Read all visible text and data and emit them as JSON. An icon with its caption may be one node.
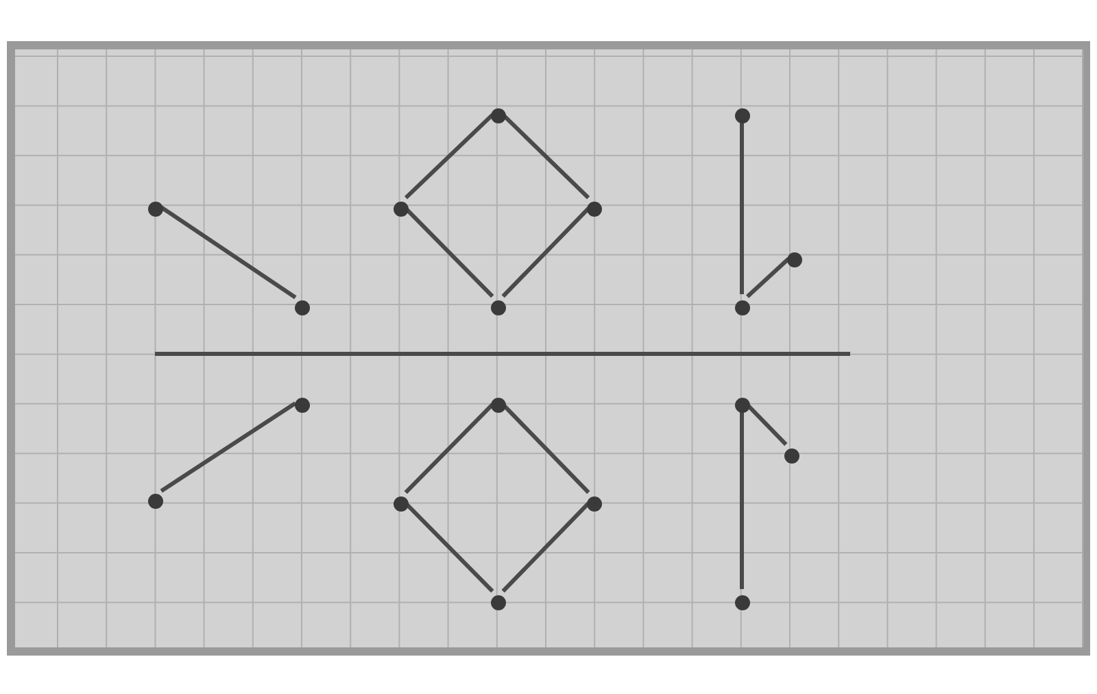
{
  "diagram": {
    "nodes": [
      {
        "text": [],
        "shape": "circle"
      },
      {
        "text": [],
        "shape": "circle"
      },
      {
        "text": [],
        "shape": "circle"
      },
      {
        "text": [],
        "shape": "circle"
      },
      {
        "text": [],
        "shape": "circle"
      },
      {
        "text": [],
        "shape": "circle"
      },
      {
        "text": [],
        "shape": "circle"
      },
      {
        "text": [],
        "shape": "circle"
      },
      {
        "text": [],
        "shape": "circle"
      },
      {
        "text": [],
        "shape": "circle"
      },
      {
        "text": [],
        "shape": "circle"
      },
      {
        "text": [],
        "shape": "circle"
      },
      {
        "text": [],
        "shape": "circle"
      },
      {
        "text": [],
        "shape": "circle"
      },
      {
        "text": [],
        "shape": "circle"
      },
      {
        "text": [],
        "shape": "circle"
      },
      {
        "text": [],
        "shape": "circle"
      },
      {
        "text": [],
        "shape": "circle"
      }
    ],
    "edges": [
      {
        "from": 2,
        "to": 6,
        "arrow": "none"
      },
      {
        "from": 0,
        "to": 3,
        "arrow": "none"
      },
      {
        "from": 0,
        "to": 4,
        "arrow": "none"
      },
      {
        "from": 3,
        "to": 7,
        "arrow": "none"
      },
      {
        "from": 4,
        "to": 7,
        "arrow": "none"
      },
      {
        "from": 1,
        "to": 8,
        "arrow": "none"
      },
      {
        "from": 8,
        "to": 5,
        "arrow": "none"
      },
      {
        "from": 9,
        "to": 13,
        "arrow": "none"
      },
      {
        "from": 10,
        "to": 14,
        "arrow": "none"
      },
      {
        "from": 10,
        "to": 15,
        "arrow": "none"
      },
      {
        "from": 14,
        "to": 16,
        "arrow": "none"
      },
      {
        "from": 15,
        "to": 16,
        "arrow": "none"
      },
      {
        "from": 11,
        "to": 17,
        "arrow": "none"
      },
      {
        "from": 11,
        "to": 12,
        "arrow": "none"
      }
    ]
  }
}
